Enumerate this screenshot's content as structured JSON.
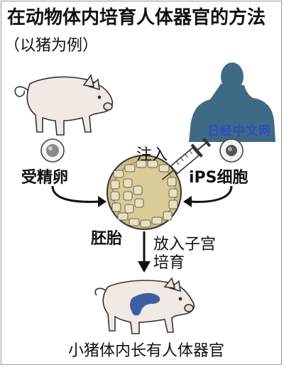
{
  "title": "在动物体内培育人体器官的方法",
  "subtitle": "（以猪为例）",
  "labels": {
    "inject": "注入",
    "fertilized_egg": "受精卵",
    "ips_cell": "iPS细胞",
    "embryo": "胚胎",
    "uterus_line1": "放入子宫",
    "uterus_line2": "培育",
    "result": "小猪体内长有人体器官"
  },
  "watermark": "日经中文网",
  "colors": {
    "pig_body": "#f1e9e4",
    "pig_outline": "#333333",
    "human": "#3f6a84",
    "organ": "#3d5fa2",
    "embryo_fill": "#cdbf86",
    "embryo_cells": "#e8e0c4",
    "arrow": "#111111",
    "watermark": "#2a4fc0"
  },
  "icons": [
    "pig-icon",
    "human-silhouette-icon",
    "egg-cell-icon",
    "ips-cell-icon",
    "syringe-icon",
    "embryo-icon",
    "piglet-icon",
    "organ-icon"
  ]
}
